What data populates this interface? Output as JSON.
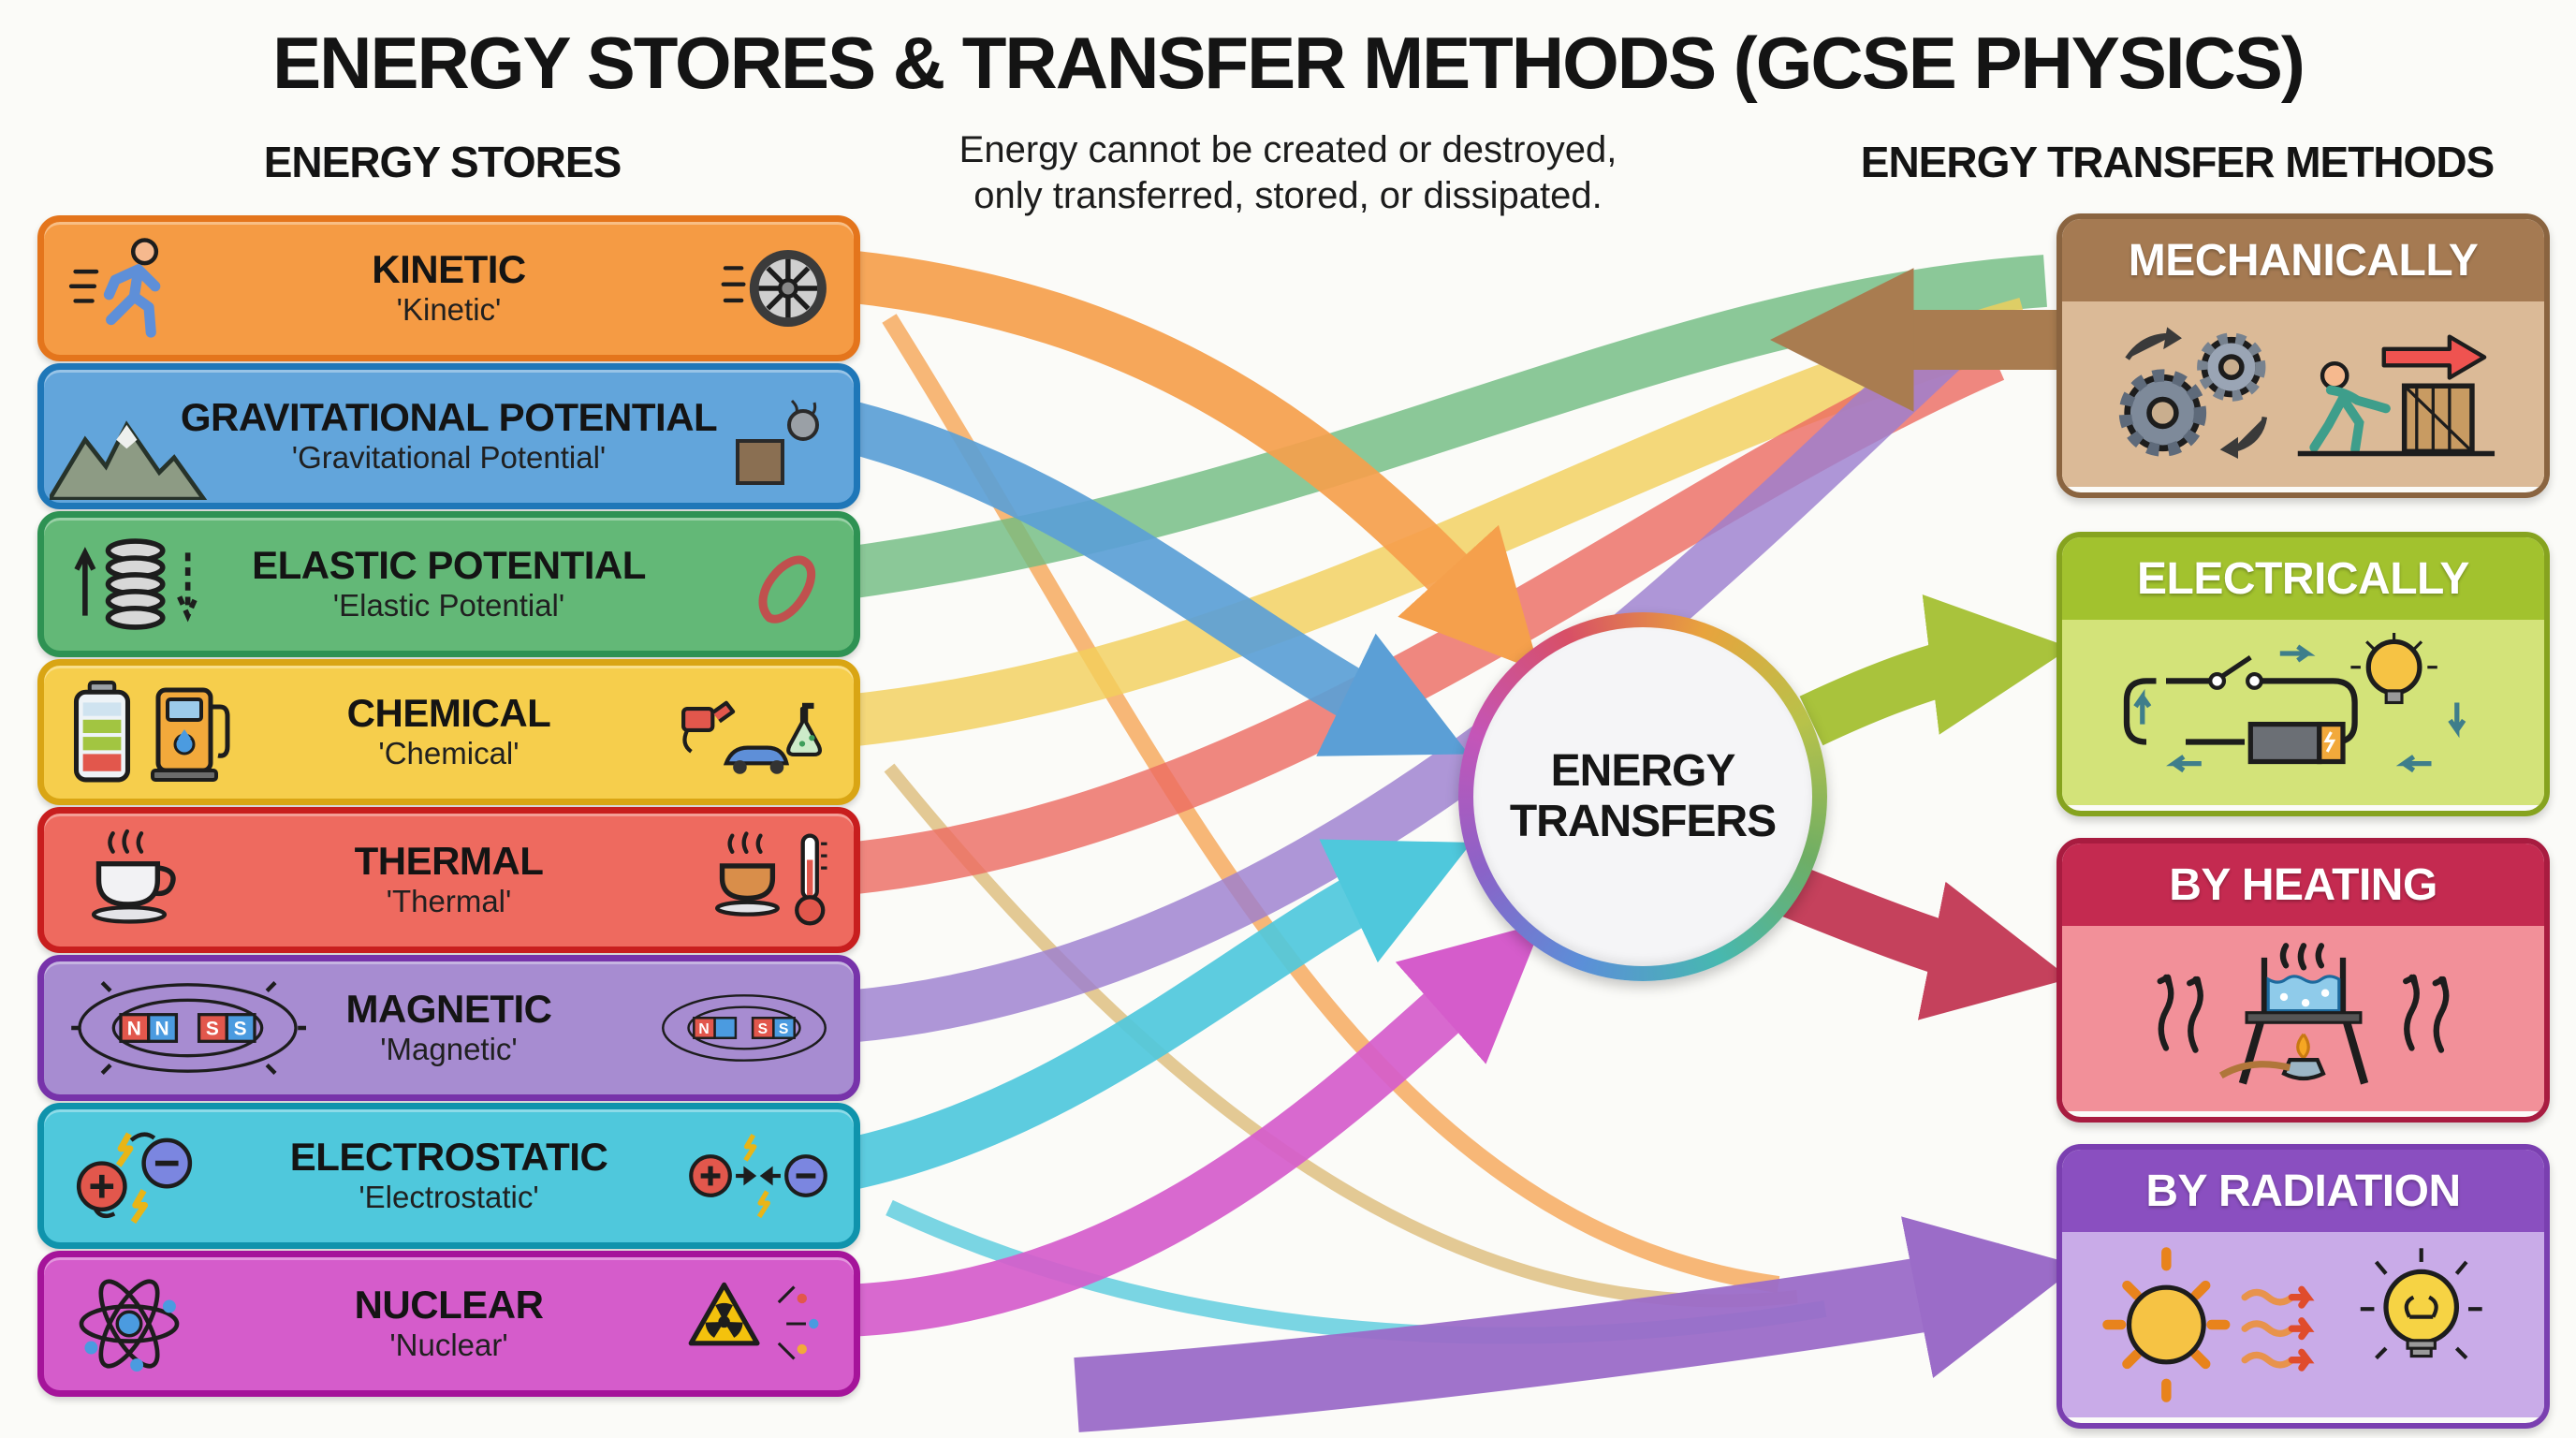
{
  "title": "ENERGY STORES & TRANSFER METHODS (GCSE PHYSICS)",
  "left_header": "ENERGY STORES",
  "right_header": "ENERGY TRANSFER METHODS",
  "subtitle": {
    "line1": "Energy cannot be created or destroyed,",
    "line2": "only transferred, stored, or dissipated."
  },
  "center": {
    "line1": "ENERGY",
    "line2": "TRANSFERS"
  },
  "stores": [
    {
      "name": "KINETIC",
      "nickname": "'Kinetic'",
      "fill": "#F59B44",
      "border": "#E4751C"
    },
    {
      "name": "GRAVITATIONAL POTENTIAL",
      "nickname": "'Gravitational Potential'",
      "fill": "#62A5DB",
      "border": "#1F77B8"
    },
    {
      "name": "ELASTIC POTENTIAL",
      "nickname": "'Elastic Potential'",
      "fill": "#63B877",
      "border": "#2E9253"
    },
    {
      "name": "CHEMICAL",
      "nickname": "'Chemical'",
      "fill": "#F6CE4C",
      "border": "#D9A514"
    },
    {
      "name": "THERMAL",
      "nickname": "'Thermal'",
      "fill": "#EE6A5F",
      "border": "#C81E1E"
    },
    {
      "name": "MAGNETIC",
      "nickname": "'Magnetic'",
      "fill": "#A78CD1",
      "border": "#7733AA"
    },
    {
      "name": "ELECTROSTATIC",
      "nickname": "'Electrostatic'",
      "fill": "#4FC8DC",
      "border": "#0F93AC"
    },
    {
      "name": "NUCLEAR",
      "nickname": "'Nuclear'",
      "fill": "#D55CCB",
      "border": "#A5149A"
    }
  ],
  "methods": [
    {
      "name": "MECHANICALLY",
      "header_color": "#A57A52",
      "body_color": "#DBBA97",
      "border_color": "#8A6440"
    },
    {
      "name": "ELECTRICALLY",
      "header_color": "#A2C22E",
      "body_color": "#D3E379",
      "border_color": "#86A31F"
    },
    {
      "name": "BY HEATING",
      "header_color": "#C42A50",
      "body_color": "#F29099",
      "border_color": "#A81C40"
    },
    {
      "name": "BY RADIATION",
      "header_color": "#8A4FC0",
      "body_color": "#C9ABE8",
      "border_color": "#7A3FB0"
    }
  ],
  "magnet_labels": {
    "n1": "N",
    "n2": "N",
    "s1": "S",
    "s2": "S"
  },
  "flow_colors": {
    "kinetic": "#F5A04C",
    "gravitational": "#5B9FD6",
    "elastic": "#6FBC80",
    "chemical": "#F3CF5A",
    "thermal": "#EC6A60",
    "magnetic": "#9C7FD0",
    "electrostatic": "#4FC8DC",
    "nuclear": "#D55CCB",
    "mechanically_arrow": "#A97C50",
    "electrically_arrow": "#A9C33C",
    "heating_arrow": "#C5415C",
    "radiation_arrow": "#9B6CC8"
  }
}
